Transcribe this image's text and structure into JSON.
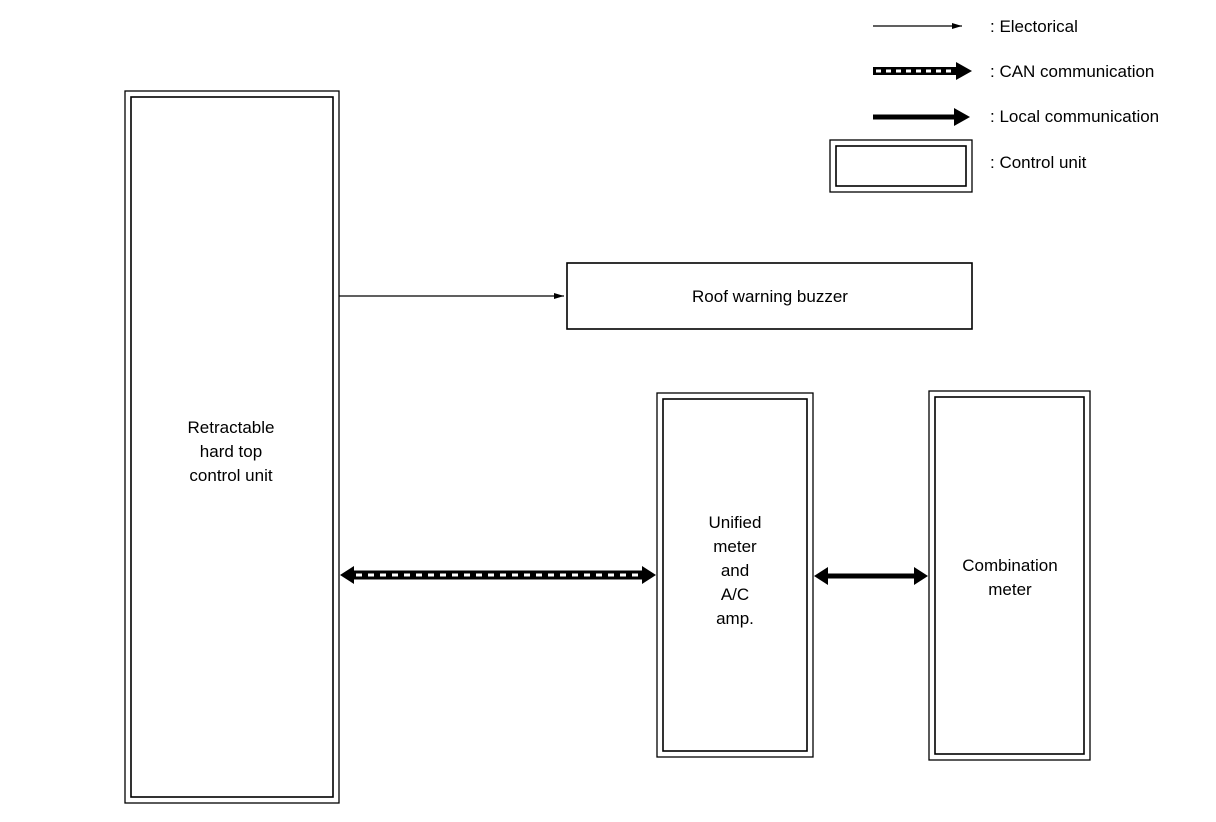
{
  "legend": {
    "electrical": ":  Electorical",
    "can": ":  CAN communication",
    "local": ":  Local communication",
    "control_unit": ":  Control unit"
  },
  "nodes": {
    "rhtcu": {
      "lines": [
        "Retractable",
        "hard top",
        "control unit"
      ]
    },
    "buzzer": {
      "lines": [
        "Roof warning buzzer"
      ]
    },
    "unified": {
      "lines": [
        "Unified",
        "meter",
        "and",
        "A/C",
        "amp."
      ]
    },
    "combination": {
      "lines": [
        "Combination",
        "meter"
      ]
    }
  }
}
